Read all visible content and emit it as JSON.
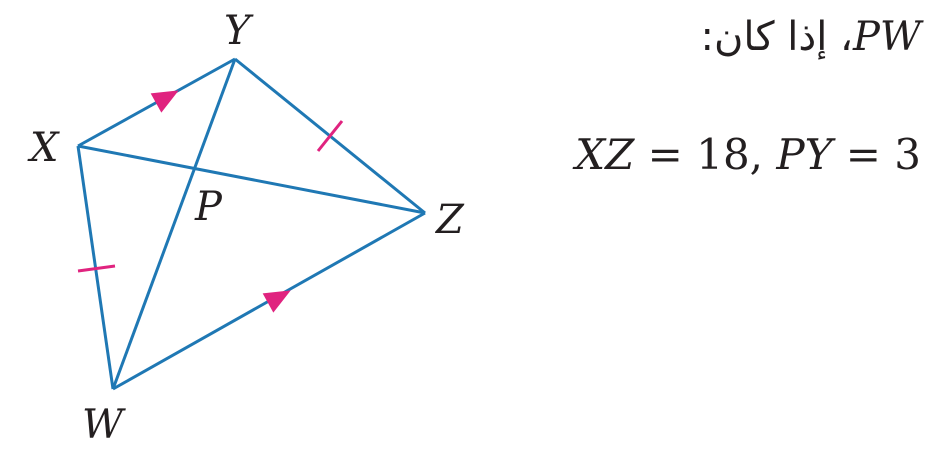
{
  "labels": {
    "X": "X",
    "Y": "Y",
    "Z": "Z",
    "W": "W",
    "P": "P"
  },
  "prompt": {
    "variable": "PW",
    "text": "، إذا كان:"
  },
  "given": {
    "seg1": "XZ",
    "eq1": " = 18, ",
    "seg2": "PY",
    "eq2": " = 3"
  },
  "colors": {
    "edge": "#1f78b4",
    "marker": "#e0237f",
    "text": "#231f20"
  }
}
